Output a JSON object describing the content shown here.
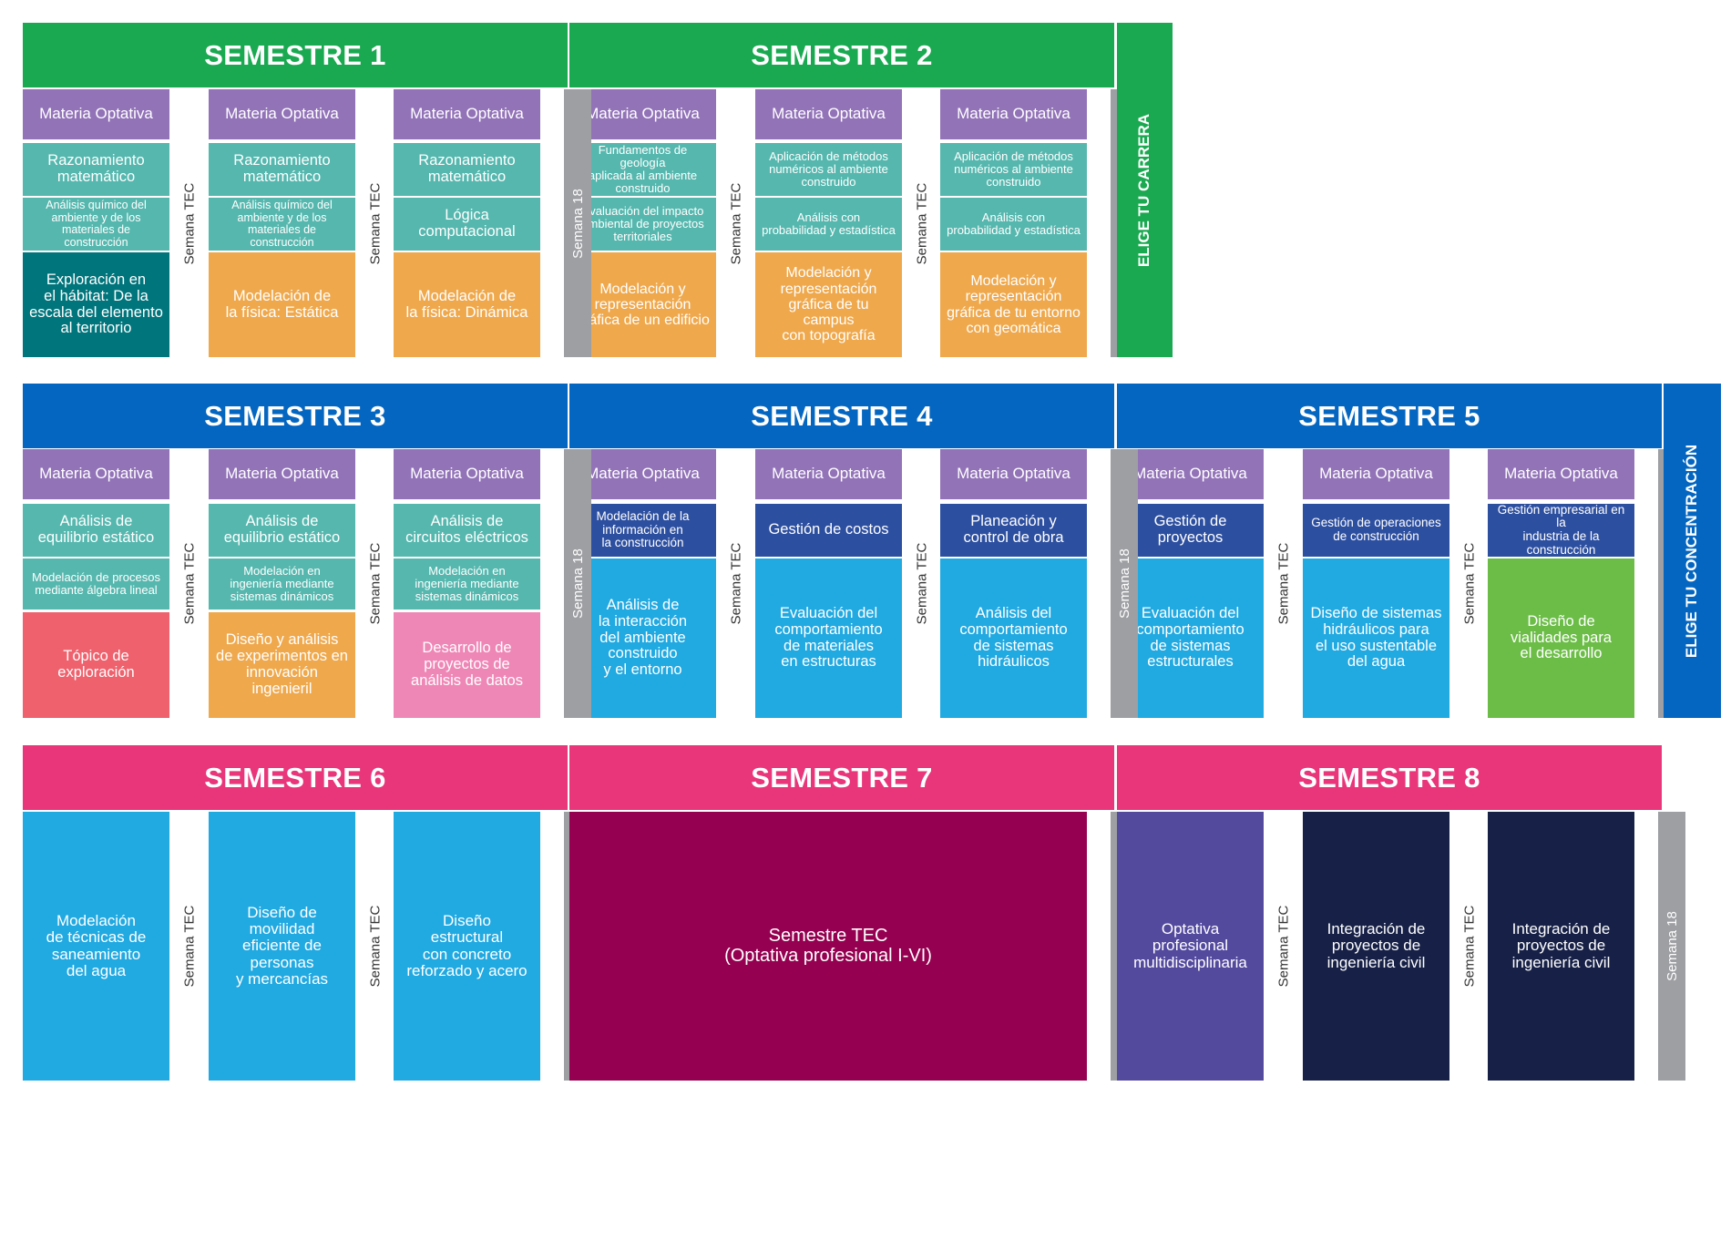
{
  "colors": {
    "green": "#1aa951",
    "blue": "#0466c0",
    "pink": "#e9357a",
    "purple": "#9273b8",
    "teal": "#55b7ae",
    "dark_teal": "#00757c",
    "orange": "#efa84c",
    "gray": "#9e9fa3",
    "navy_block": "#2d4fa0",
    "cyan": "#21a9e1",
    "coral": "#ee616d",
    "light_pink": "#ef87b6",
    "lime": "#6cbd47",
    "maroon": "#950050",
    "violet": "#534a9e",
    "dark_navy": "#172147"
  },
  "labels": {
    "week_tec": "Semana TEC",
    "week_18": "Semana 18",
    "choose_career": "ELIGE TU CARRERA",
    "choose_concentration": "ELIGE TU CONCENTRACIÓN"
  },
  "semesters": [
    {
      "title": "SEMESTRE 1",
      "courses": [
        [
          "Materia Optativa",
          "Razonamiento\nmatemático",
          "Análisis químico del\nambiente y de los\nmateriales de construcción",
          "Exploración en\nel hábitat: De la\nescala del elemento\nal territorio"
        ],
        [
          "Materia Optativa",
          "Razonamiento\nmatemático",
          "Análisis químico del\nambiente y de los\nmateriales de construcción",
          "Modelación de\nla física: Estática"
        ],
        [
          "Materia Optativa",
          "Razonamiento\nmatemático",
          "Lógica\ncomputacional",
          "Modelación de\nla física: Dinámica"
        ]
      ]
    },
    {
      "title": "SEMESTRE 2",
      "courses": [
        [
          "Materia Optativa",
          "Fundamentos de geología\naplicada al ambiente\nconstruido",
          "Evaluación del impacto\nambiental de proyectos\nterritoriales",
          "Modelación y\nrepresentación\ngráfica de un edificio"
        ],
        [
          "Materia Optativa",
          "Aplicación de métodos\nnuméricos al ambiente\nconstruido",
          "Análisis con\nprobabilidad y estadística",
          "Modelación y\nrepresentación\ngráfica de tu campus\ncon topografía"
        ],
        [
          "Materia Optativa",
          "Aplicación de métodos\nnuméricos al ambiente\nconstruido",
          "Análisis con\nprobabilidad y estadística",
          "Modelación y\nrepresentación\ngráfica de tu entorno\ncon geomática"
        ]
      ]
    },
    {
      "title": "SEMESTRE 3",
      "courses": [
        [
          "Materia Optativa",
          "Análisis de\nequilibrio estático",
          "Modelación de procesos\nmediante álgebra lineal",
          "Tópico de\nexploración"
        ],
        [
          "Materia Optativa",
          "Análisis de\nequilibrio estático",
          "Modelación en\ningeniería mediante\nsistemas dinámicos",
          "Diseño y análisis\nde experimentos en\ninnovación ingenieril"
        ],
        [
          "Materia Optativa",
          "Análisis de\ncircuitos eléctricos",
          "Modelación en\ningeniería mediante\nsistemas dinámicos",
          "Desarrollo de\nproyectos de\nanálisis de datos"
        ]
      ]
    },
    {
      "title": "SEMESTRE 4",
      "courses": [
        [
          "Materia Optativa",
          "Modelación de la\ninformación en\nla construcción",
          "Análisis de\nla interacción\ndel ambiente\nconstruido\ny el entorno"
        ],
        [
          "Materia Optativa",
          "Gestión de costos",
          "Evaluación del\ncomportamiento\nde materiales\nen estructuras"
        ],
        [
          "Materia Optativa",
          "Planeación y\ncontrol de obra",
          "Análisis del\ncomportamiento\nde sistemas\nhidráulicos"
        ]
      ]
    },
    {
      "title": "SEMESTRE 5",
      "courses": [
        [
          "Materia Optativa",
          "Gestión de proyectos",
          "Evaluación del\ncomportamiento\nde sistemas\nestructurales"
        ],
        [
          "Materia Optativa",
          "Gestión de operaciones\nde construcción",
          "Diseño de sistemas\nhidráulicos para\nel uso sustentable\ndel agua"
        ],
        [
          "Materia Optativa",
          "Gestión empresarial en la\nindustria de la construcción",
          "Diseño de\nvialidades para\nel desarrollo"
        ]
      ]
    },
    {
      "title": "SEMESTRE 6",
      "courses": [
        "Modelación\nde técnicas de\nsaneamiento\ndel agua",
        "Diseño de\nmovilidad\neficiente de\npersonas\ny mercancías",
        "Diseño\nestructural\ncon concreto\nreforzado y acero"
      ]
    },
    {
      "title": "SEMESTRE 7",
      "courses": [
        "Semestre TEC\n(Optativa profesional I-VI)"
      ]
    },
    {
      "title": "SEMESTRE 8",
      "courses": [
        "Optativa\nprofesional\nmultidisciplinaria",
        "Integración de\nproyectos de\ningeniería civil",
        "Integración de\nproyectos de\ningeniería civil"
      ]
    }
  ]
}
